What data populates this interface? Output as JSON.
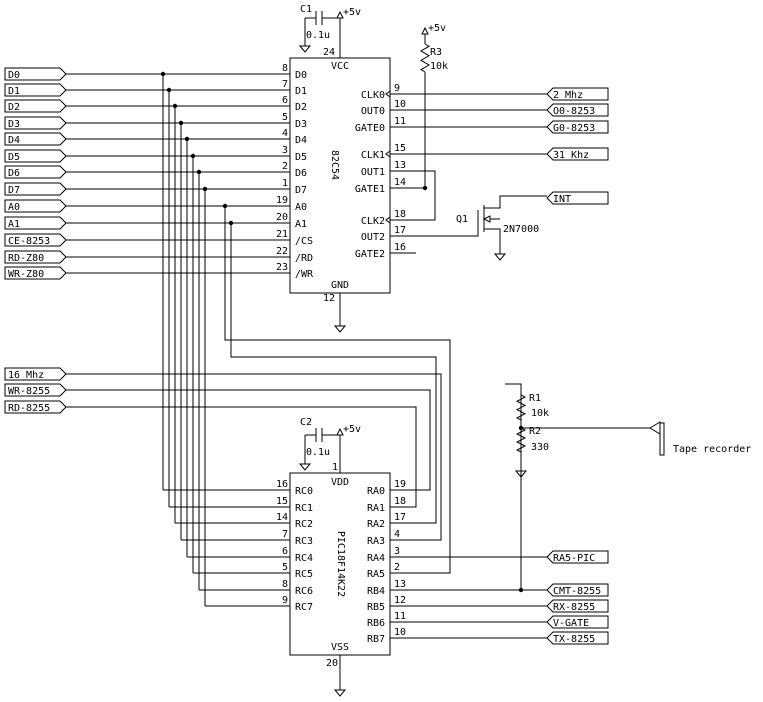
{
  "u1": {
    "name": "82C54",
    "vcc_label": "VCC",
    "vcc_pin": "24",
    "gnd_label": "GND",
    "gnd_pin": "12",
    "left_pins": [
      {
        "num": "8",
        "label": "D0"
      },
      {
        "num": "7",
        "label": "D1"
      },
      {
        "num": "6",
        "label": "D2"
      },
      {
        "num": "5",
        "label": "D3"
      },
      {
        "num": "4",
        "label": "D4"
      },
      {
        "num": "3",
        "label": "D5"
      },
      {
        "num": "2",
        "label": "D6"
      },
      {
        "num": "1",
        "label": "D7"
      },
      {
        "num": "19",
        "label": "A0"
      },
      {
        "num": "20",
        "label": "A1"
      },
      {
        "num": "21",
        "label": "/CS"
      },
      {
        "num": "22",
        "label": "/RD"
      },
      {
        "num": "23",
        "label": "/WR"
      }
    ],
    "right_pins": [
      {
        "num": "9",
        "label": "CLK0"
      },
      {
        "num": "10",
        "label": "OUT0"
      },
      {
        "num": "11",
        "label": "GATE0"
      },
      {
        "num": "15",
        "label": "CLK1"
      },
      {
        "num": "13",
        "label": "OUT1"
      },
      {
        "num": "14",
        "label": "GATE1"
      },
      {
        "num": "18",
        "label": "CLK2"
      },
      {
        "num": "17",
        "label": "OUT2"
      },
      {
        "num": "16",
        "label": "GATE2"
      }
    ]
  },
  "u2": {
    "name": "PIC18F14K22",
    "vdd_label": "VDD",
    "vdd_pin": "1",
    "vss_label": "VSS",
    "vss_pin": "20",
    "left_pins": [
      {
        "num": "16",
        "label": "RC0"
      },
      {
        "num": "15",
        "label": "RC1"
      },
      {
        "num": "14",
        "label": "RC2"
      },
      {
        "num": "7",
        "label": "RC3"
      },
      {
        "num": "6",
        "label": "RC4"
      },
      {
        "num": "5",
        "label": "RC5"
      },
      {
        "num": "8",
        "label": "RC6"
      },
      {
        "num": "9",
        "label": "RC7"
      }
    ],
    "right_pins": [
      {
        "num": "19",
        "label": "RA0"
      },
      {
        "num": "18",
        "label": "RA1"
      },
      {
        "num": "17",
        "label": "RA2"
      },
      {
        "num": "4",
        "label": "RA3"
      },
      {
        "num": "3",
        "label": "RA4"
      },
      {
        "num": "2",
        "label": "RA5"
      },
      {
        "num": "13",
        "label": "RB4"
      },
      {
        "num": "12",
        "label": "RB5"
      },
      {
        "num": "11",
        "label": "RB6"
      },
      {
        "num": "10",
        "label": "RB7"
      }
    ]
  },
  "c1": {
    "ref": "C1",
    "value": "0.1u",
    "supply": "+5v"
  },
  "c2": {
    "ref": "C2",
    "value": "0.1u",
    "supply": "+5v"
  },
  "r3": {
    "ref": "R3",
    "value": "10k",
    "supply": "+5v"
  },
  "r1": {
    "ref": "R1",
    "value": "10k"
  },
  "r2": {
    "ref": "R2",
    "value": "330"
  },
  "q1": {
    "ref": "Q1",
    "part": "2N7000"
  },
  "tape": {
    "label": "Tape recorder"
  },
  "left_ports": [
    "D0",
    "D1",
    "D2",
    "D3",
    "D4",
    "D5",
    "D6",
    "D7",
    "A0",
    "A1",
    "CE-8253",
    "RD-Z80",
    "WR-Z80"
  ],
  "left_ports_pic": [
    "16 Mhz",
    "WR-8255",
    "RD-8255"
  ],
  "right_ports_pit": [
    "2 Mhz",
    "O0-8253",
    "G0-8253",
    "31 Khz",
    "INT"
  ],
  "right_ports_pic": [
    "RA5-PIC",
    "CMT-8255",
    "RX-8255",
    "V-GATE",
    "TX-8255"
  ]
}
